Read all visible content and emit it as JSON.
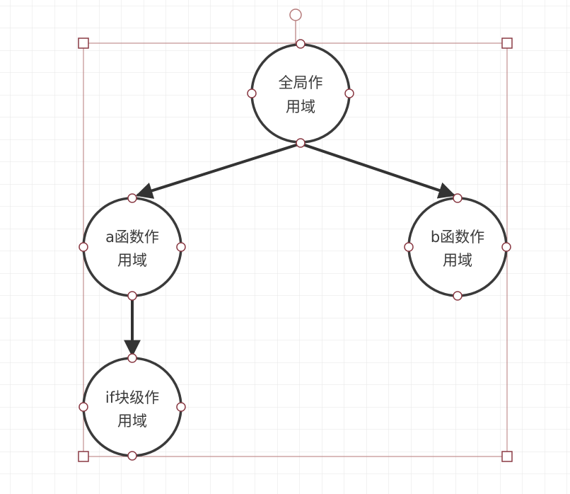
{
  "nodes": {
    "global": {
      "line1": "全局作",
      "line2": "用域"
    },
    "a_func": {
      "line1": "a函数作",
      "line2": "用域"
    },
    "b_func": {
      "line1": "b函数作",
      "line2": "用域"
    },
    "if_block": {
      "line1": "if块级作",
      "line2": "用域"
    }
  },
  "colors": {
    "grid": "#e6e6e6",
    "node_stroke": "#3a3a3a",
    "selection": "#b57a7a",
    "handle_stroke": "#8a3a44",
    "arrow": "#333333",
    "text": "#3a3a3a"
  }
}
